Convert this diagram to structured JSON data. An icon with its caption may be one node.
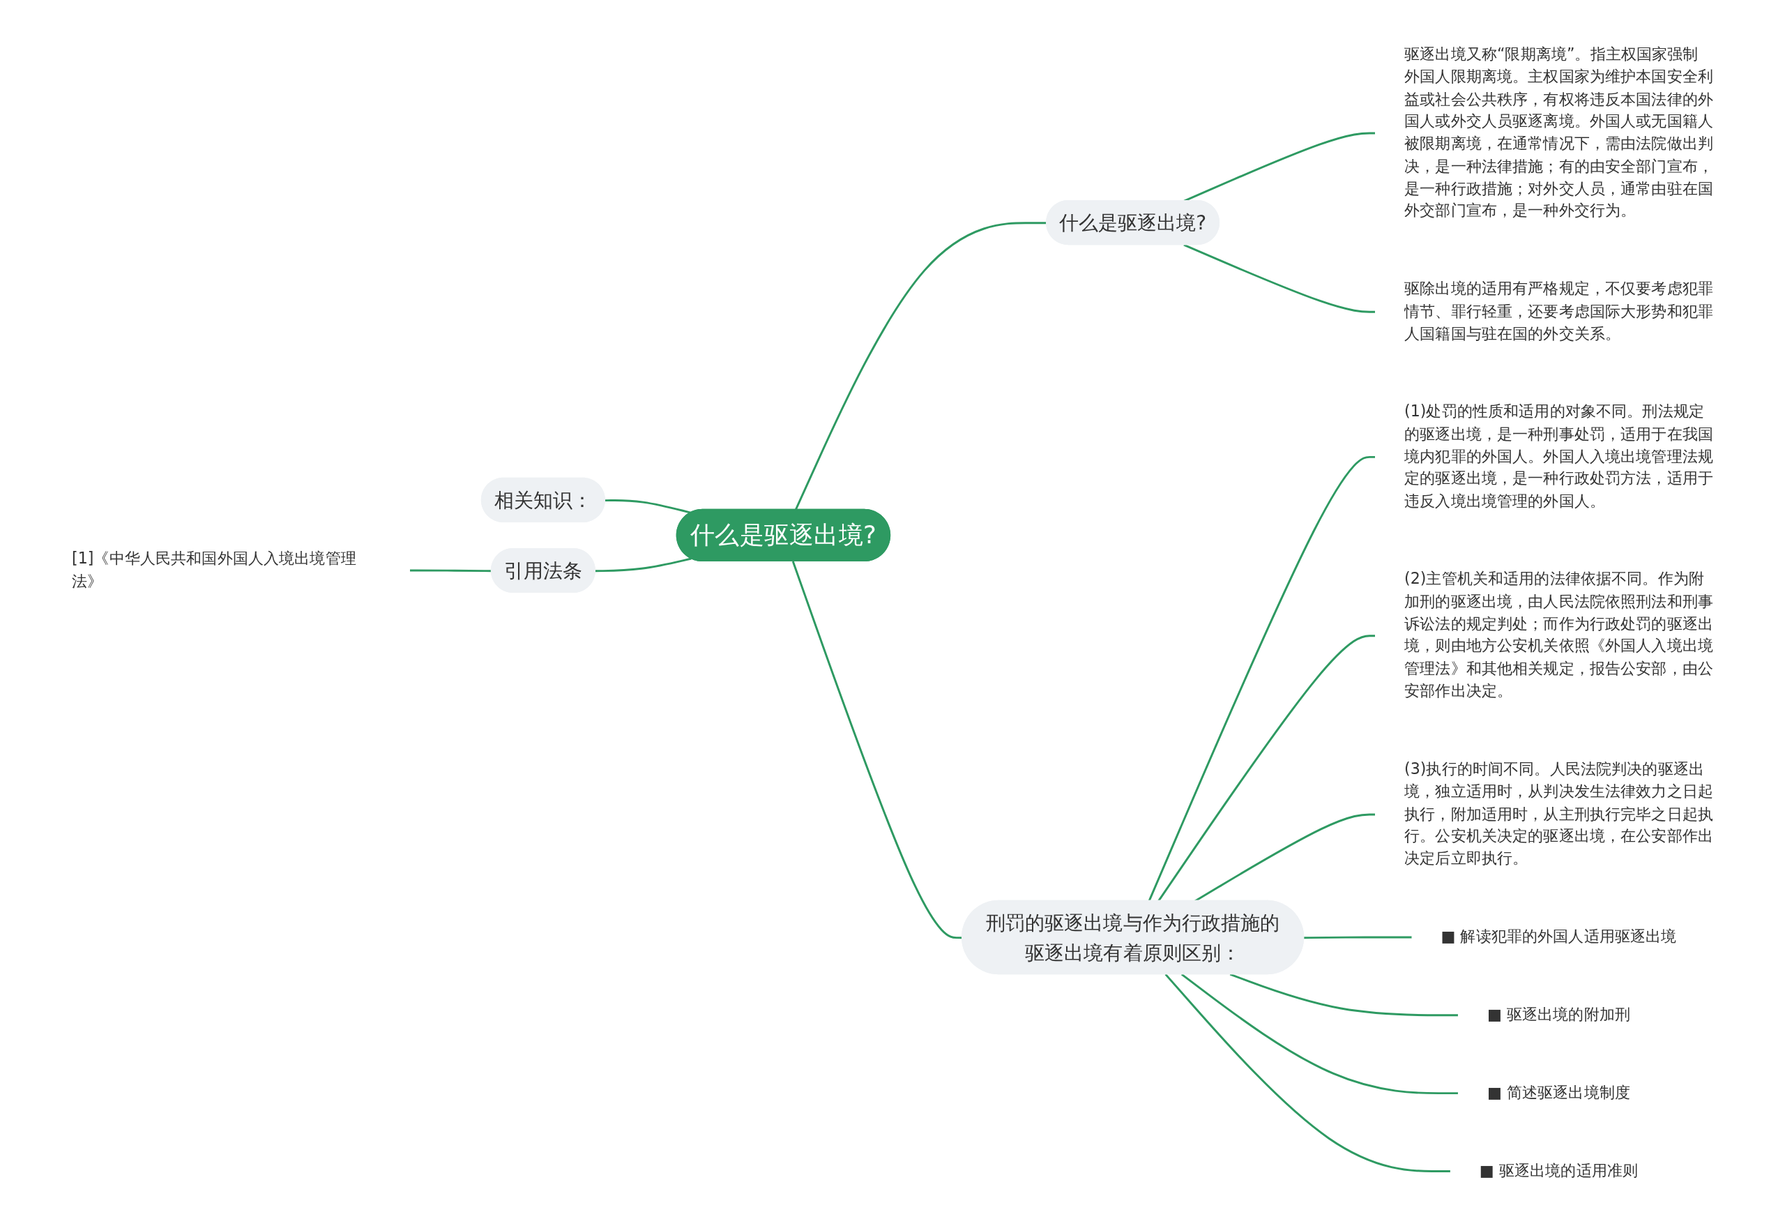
{
  "diagram": {
    "nodes": [
      {
        "text": [
          "什么是驱逐出境?"
        ]
      },
      {
        "text": [
          "什么是驱逐出境?"
        ]
      },
      {
        "text": [
          "驱逐出境又称“限期离境”。指主权国家强制外国人限期离境。主权国家为维护本国安全利益或社会公共秩序，有权将违反本国法律的外国人或外交人员驱逐离境。外国人或无国籍人被限期离境，在通常情况下，需由法院做出判决，是一种法律措施；有的由安全部门宣布，是一种行政措施；对外交人员，通常由驻在国外交部门宣布，是一种外交行为。"
        ]
      },
      {
        "text": [
          "驱除出境的适用有严格规定，不仅要考虑犯罪情节、罪行轻重，还要考虑国际大形势和犯罪人国籍国与驻在国的外交关系。"
        ]
      },
      {
        "text": [
          "刑罚的驱逐出境与作为行政措施的驱逐出境有着原则区别："
        ]
      },
      {
        "text": [
          "(1)处罚的性质和适用的对象不同。刑法规定的驱逐出境，是一种刑事处罚，适用于在我国境内犯罪的外国人。外国人入境出境管理法规定的驱逐出境，是一种行政处罚方法，适用于违反入境出境管理的外国人。"
        ]
      },
      {
        "text": [
          "(2)主管机关和适用的法律依据不同。作为附加刑的驱逐出境，由人民法院依照刑法和刑事诉讼法的规定判处；而作为行政处罚的驱逐出境，则由地方公安机关依照《外国人入境出境管理法》和其他相关规定，报告公安部，由公安部作出决定。"
        ]
      },
      {
        "text": [
          "(3)执行的时间不同。人民法院判决的驱逐出境，独立适用时，从判决发生法律效力之日起执行，附加适用时，从主刑执行完毕之日起执行。公安机关决定的驱逐出境，在公安部作出决定后立即执行。"
        ]
      },
      {
        "text": [
          "■ 解读犯罪的外国人适用驱逐出境"
        ]
      },
      {
        "text": [
          "■ 驱逐出境的附加刑"
        ]
      },
      {
        "text": [
          "■ 简述驱逐出境制度"
        ]
      },
      {
        "text": [
          "■ 驱逐出境的适用准则"
        ]
      },
      {
        "text": [
          "相关知识："
        ]
      },
      {
        "text": [
          "引用法条"
        ]
      },
      {
        "text": [
          "[1]《中华人民共和国外国人入境出境管理法》"
        ]
      }
    ],
    "edges": [
      {
        "from": 0,
        "to": 1,
        "arrow": "none"
      },
      {
        "from": 1,
        "to": 2,
        "arrow": "none"
      },
      {
        "from": 1,
        "to": 3,
        "arrow": "none"
      },
      {
        "from": 0,
        "to": 4,
        "arrow": "none"
      },
      {
        "from": 4,
        "to": 5,
        "arrow": "none"
      },
      {
        "from": 4,
        "to": 6,
        "arrow": "none"
      },
      {
        "from": 4,
        "to": 7,
        "arrow": "none"
      },
      {
        "from": 4,
        "to": 8,
        "arrow": "none"
      },
      {
        "from": 4,
        "to": 9,
        "arrow": "none"
      },
      {
        "from": 4,
        "to": 10,
        "arrow": "none"
      },
      {
        "from": 4,
        "to": 11,
        "arrow": "none"
      },
      {
        "from": 0,
        "to": 12,
        "arrow": "none"
      },
      {
        "from": 0,
        "to": 13,
        "arrow": "none"
      },
      {
        "from": 13,
        "to": 14,
        "arrow": "none"
      }
    ]
  }
}
